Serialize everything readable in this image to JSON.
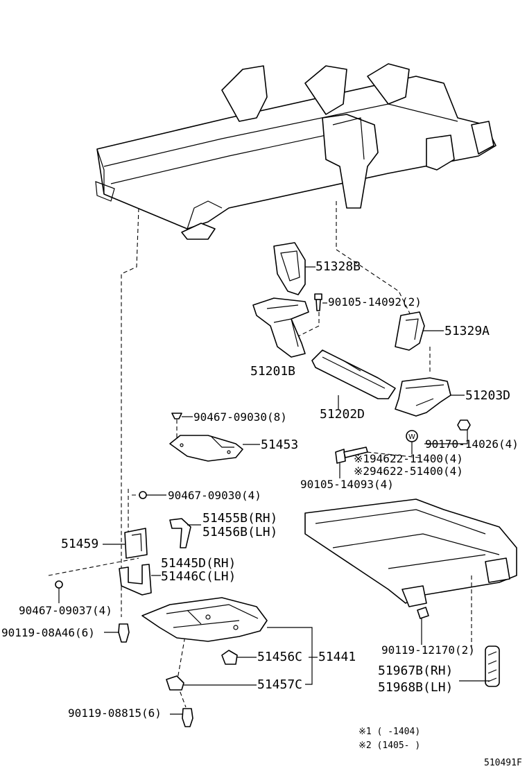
{
  "labels": {
    "p51328B": "51328B",
    "p90105_14092": "90105-14092(2)",
    "p51329A": "51329A",
    "p51201B": "51201B",
    "p51203D": "51203D",
    "p51202D": "51202D",
    "p90467_09030_8": "90467-09030(8)",
    "p51453": "51453",
    "p90170_14026": "90170-14026(4)",
    "p94622_11400": "※194622-11400(4)",
    "p94622_51400": "※294622-51400(4)",
    "p90105_14093": "90105-14093(4)",
    "p90467_09030_4": "90467-09030(4)",
    "p51455B": "51455B(RH)",
    "p51456B": "51456B(LH)",
    "p51459": "51459",
    "p51445D": "51445D(RH)",
    "p51446C": "51446C(LH)",
    "p90467_09037": "90467-09037(4)",
    "p90119_08A46": "90119-08A46(6)",
    "p51456C": "51456C",
    "p51441": "51441",
    "p51457C": "51457C",
    "p90119_12170": "90119-12170(2)",
    "p51967B": "51967B(RH)",
    "p51968B": "51968B(LH)",
    "p90119_08815": "90119-08815(6)"
  },
  "washer_mark": "W",
  "notes": {
    "n1": "※1 (      -1404)",
    "n2": "※2 (1405-      )"
  },
  "diagram_id": "510491F"
}
